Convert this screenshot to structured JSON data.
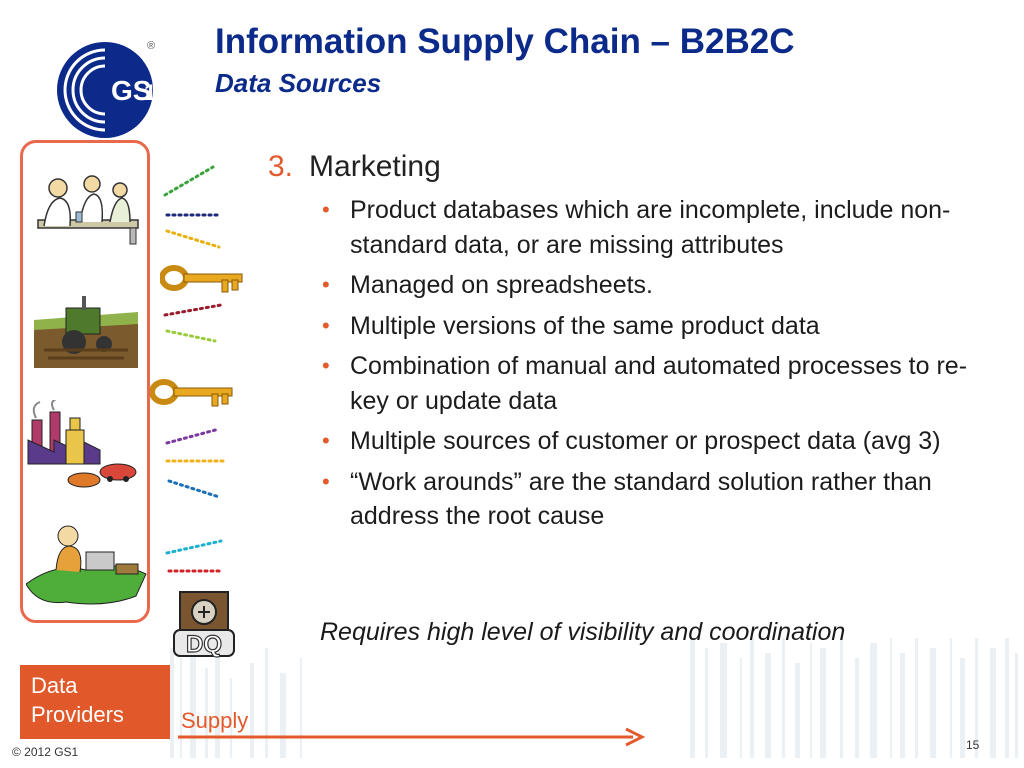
{
  "header": {
    "title": "Information Supply Chain – B2B2C",
    "subtitle": "Data Sources",
    "logo_text": "GS1",
    "registered_mark": "®"
  },
  "content": {
    "section_number": "3.",
    "section_title": "Marketing",
    "bullets": [
      "Product databases which are incomplete, include non-standard data, or are missing attributes",
      "Managed on spreadsheets.",
      "Multiple versions of the same product data",
      "Combination of manual and automated processes to re-key or update data",
      "Multiple sources of customer or prospect data (avg 3)",
      "“Work arounds” are the standard solution rather than address the root cause"
    ],
    "note": "Requires high level of visibility and coordination"
  },
  "diagram": {
    "dq_label": "DQ",
    "providers_label_line1": "Data",
    "providers_label_line2": "Providers",
    "supply_label": "Supply"
  },
  "footer": {
    "copyright": "© 2012 GS1",
    "page_number": "15"
  },
  "colors": {
    "title_blue": "#0b2a8a",
    "accent_orange": "#e35a2c",
    "frame_border": "#e9694f"
  },
  "icons": [
    "gs1-logo-icon",
    "people-at-table-clipart",
    "farm-tractor-clipart",
    "factory-clipart",
    "seamstress-clipart",
    "golden-key-icon",
    "dq-machine-clipart",
    "supply-arrow-icon"
  ]
}
